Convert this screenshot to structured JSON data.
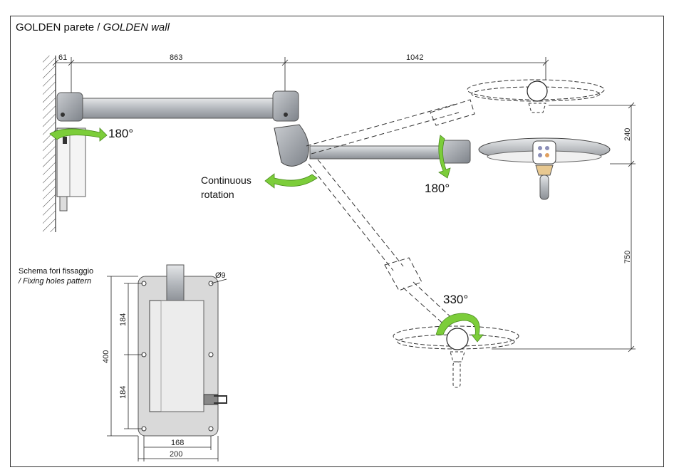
{
  "title": {
    "main": "GOLDEN parete / ",
    "italic": "GOLDEN wall"
  },
  "dimensions": {
    "wall_offset": "61",
    "arm1_length": "863",
    "arm2_length": "1042",
    "head_spacing": "240",
    "drop_height": "750",
    "hole_diameter": "Ø9",
    "hole_spacing_upper": "184",
    "hole_spacing_lower": "184",
    "plate_height": "400",
    "hole_width": "168",
    "plate_width": "200"
  },
  "rotations": {
    "wall": "180°",
    "continuous_line1": "Continuous",
    "continuous_line2": "rotation",
    "head": "180°",
    "lower_head": "330°"
  },
  "fixing": {
    "line1": "Schema fori fissaggio",
    "line2": "/ Fixing holes pattern"
  },
  "colors": {
    "arrow_green": "#7ccd3a",
    "arm_gray": "#b8bbbf",
    "arm_dark": "#8a8e94"
  }
}
